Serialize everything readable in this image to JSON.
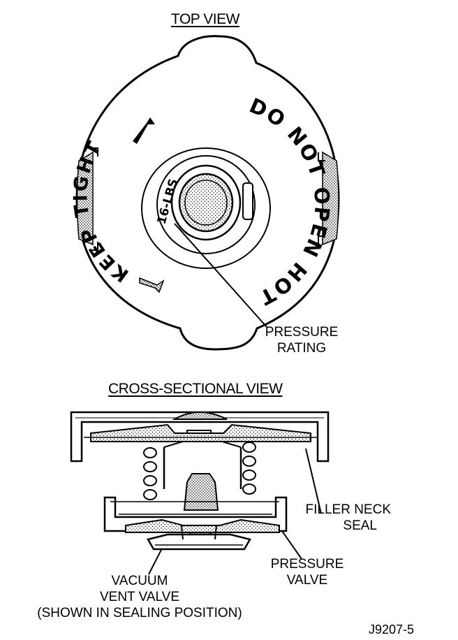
{
  "top_view": {
    "heading": "TOP VIEW",
    "cap_left_text": "KEEP TIGHT",
    "cap_right_text": "DO NOT OPEN HOT",
    "rating_text": "16-LBS",
    "callout_line1": "PRESSURE",
    "callout_line2": "RATING"
  },
  "cross_section": {
    "heading": "CROSS-SECTIONAL VIEW",
    "filler_neck_line1": "FILLER NECK",
    "filler_neck_line2": "SEAL",
    "pressure_valve_line1": "PRESSURE",
    "pressure_valve_line2": "VALVE",
    "vacuum_line1": "VACUUM",
    "vacuum_line2": "VENT VALVE",
    "vacuum_line3": "(SHOWN IN SEALING POSITION)"
  },
  "figure_id": "J9207-5"
}
